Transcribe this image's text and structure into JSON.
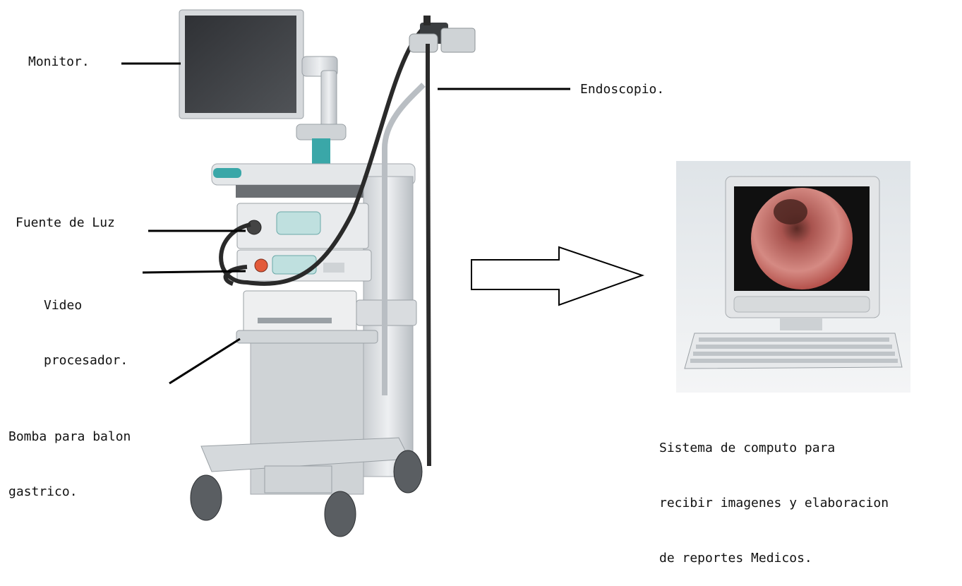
{
  "labels": {
    "monitor": "Monitor.",
    "endoscope": "Endoscopio.",
    "light_source": "Fuente de Luz",
    "video_processor_line1": "Video",
    "video_processor_line2": "procesador.",
    "pump_line1": "Bomba para balon",
    "pump_line2": "gastrico.",
    "computer_line1": "Sistema de computo para",
    "computer_line2": "recibir imagenes y elaboracion",
    "computer_line3": "de reportes Medicos."
  },
  "colors": {
    "cart": "#d9dcdf",
    "teal_accent": "#3aa7a8",
    "leader_line": "#000000",
    "endoscopic_view": "#c8716c"
  }
}
